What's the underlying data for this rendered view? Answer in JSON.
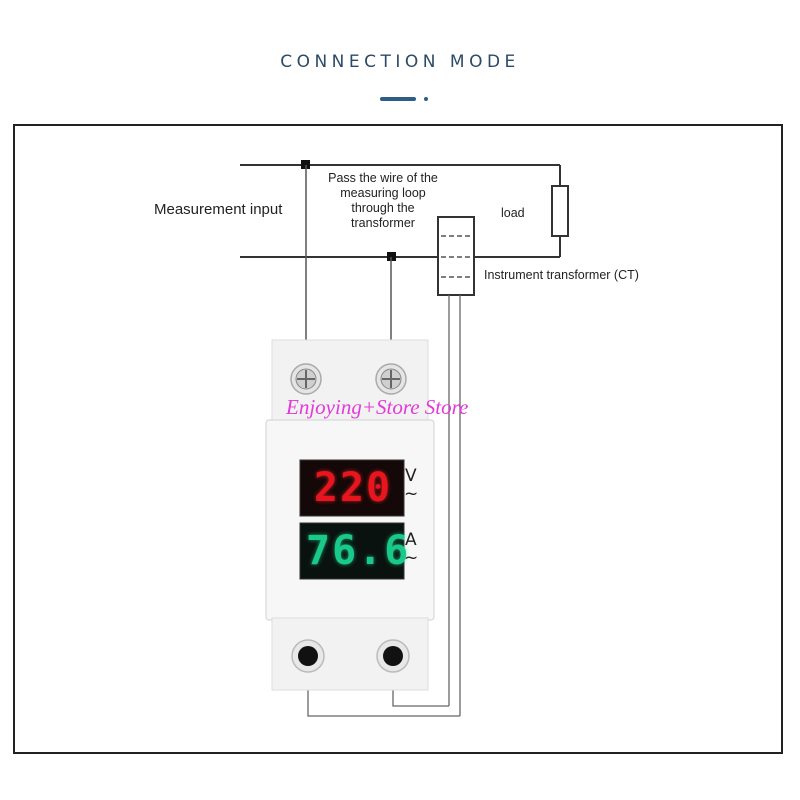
{
  "header": {
    "title": "CONNECTION MODE"
  },
  "labels": {
    "measurement_input": "Measurement input",
    "pass_wire": "Pass the wire of the measuring loop through the transformer",
    "load": "load",
    "ct": "Instrument transformer (CT)"
  },
  "device": {
    "voltage_reading": "220",
    "voltage_unit": "V",
    "voltage_ac": "~",
    "current_reading": "76.6",
    "current_unit": "A",
    "current_ac": "~"
  },
  "watermark": "Enjoying+Store Store",
  "colors": {
    "title": "#2d4a66",
    "accent": "#2f5d86",
    "voltage_display": "#e8141e",
    "current_display": "#18c98a",
    "watermark": "#e23ad8"
  }
}
